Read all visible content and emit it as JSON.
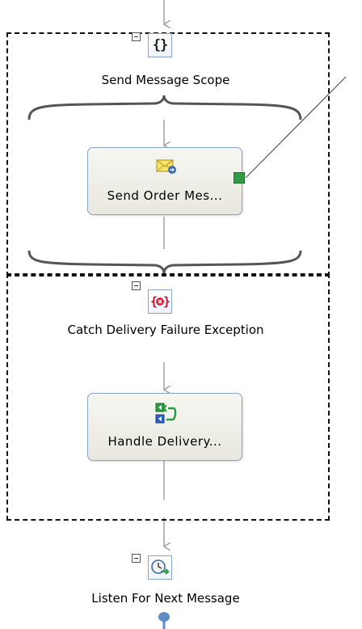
{
  "shapes": {
    "send_scope": {
      "label": "Send Message Scope",
      "icon": "braces-icon"
    },
    "send_order": {
      "label": "Send Order Mes...",
      "icon": "send-envelope-icon"
    },
    "catch_block": {
      "label": "Catch Delivery Failure Exception",
      "icon": "catch-exception-icon"
    },
    "handle_delivery": {
      "label": "Handle Delivery...",
      "icon": "construct-message-icon"
    },
    "listen": {
      "label": "Listen For Next Message",
      "icon": "listen-clock-icon"
    }
  },
  "colors": {
    "arrow": "#a0a0a0",
    "port": "#2e9b45",
    "connector": "#555555",
    "end_marker": "#5b8ec6"
  }
}
